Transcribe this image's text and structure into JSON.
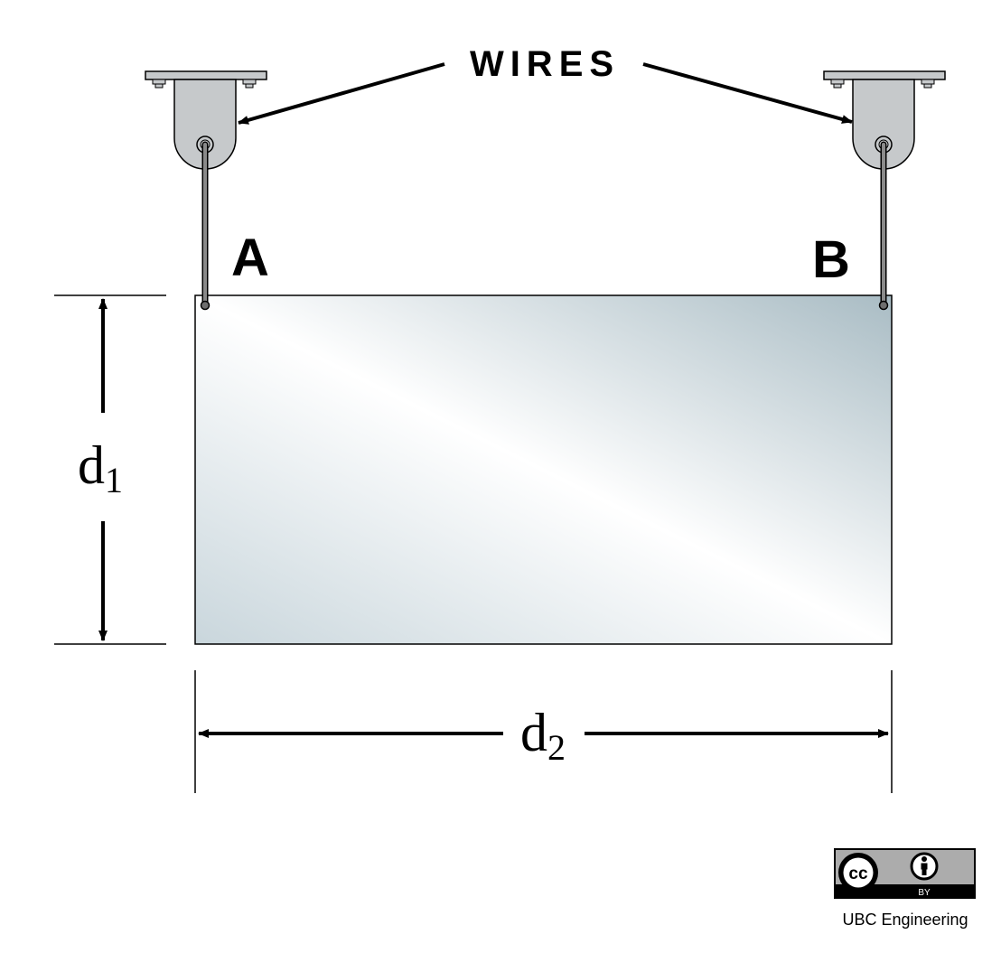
{
  "labels": {
    "wires": "WIRES",
    "point_a": "A",
    "point_b": "B",
    "dim_height_base": "d",
    "dim_height_sub": "1",
    "dim_width_base": "d",
    "dim_width_sub": "2"
  },
  "license": {
    "cc_mark": "cc",
    "by_text": "BY",
    "credit": "UBC Engineering"
  },
  "colors": {
    "bracket_fill": "#c6c9cb",
    "wire": "#8a8a8a",
    "plate_dark": "#aebfc6",
    "plate_light": "#ffffff",
    "ink": "#000000",
    "badge_gray": "#acacac"
  },
  "icons": [
    "ceiling-bracket-icon",
    "cc-icon",
    "attribution-person-icon"
  ]
}
